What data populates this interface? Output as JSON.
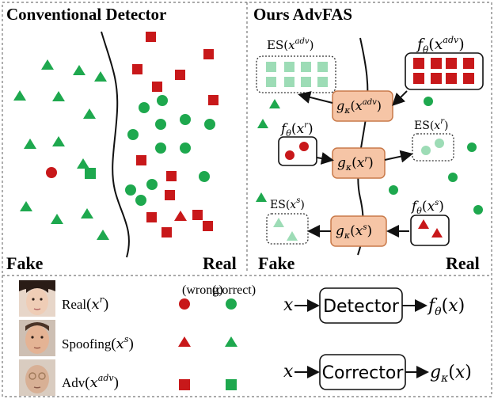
{
  "colors": {
    "real_red": "#c8181a",
    "real_green": "#1ea84e",
    "light_green": "#9ddcb6",
    "orange_fill": "#f6c5a6",
    "orange_stroke": "#c97a4a"
  },
  "left_panel": {
    "title": "Conventional Detector",
    "fake_label": "Fake",
    "real_label": "Real"
  },
  "right_panel": {
    "title": "Ours AdvFAS",
    "fake_label": "Fake",
    "real_label": "Real",
    "es_adv": {
      "fn": "ES",
      "arg": "x",
      "sup": "adv"
    },
    "es_r": {
      "fn": "ES",
      "arg": "x",
      "sup": "r"
    },
    "es_s": {
      "fn": "ES",
      "arg": "x",
      "sup": "s"
    },
    "f_adv": {
      "fn": "f",
      "sub": "θ",
      "arg": "x",
      "sup": "adv"
    },
    "f_r": {
      "fn": "f",
      "sub": "θ",
      "arg": "x",
      "sup": "r"
    },
    "f_s": {
      "fn": "f",
      "sub": "θ",
      "arg": "x",
      "sup": "s"
    },
    "g_adv": {
      "fn": "g",
      "sub": "κ",
      "arg": "x",
      "sup": "adv"
    },
    "g_r": {
      "fn": "g",
      "sub": "κ",
      "arg": "x",
      "sup": "r"
    },
    "g_s": {
      "fn": "g",
      "sub": "κ",
      "arg": "x",
      "sup": "s"
    }
  },
  "legend": {
    "col_wrong": "(wrong)",
    "col_correct": "(correct)",
    "rows": [
      {
        "label": "Real",
        "arg": "x",
        "sup": "r",
        "face": "real-face"
      },
      {
        "label": "Spoofing",
        "arg": "x",
        "sup": "s",
        "face": "spoof-face"
      },
      {
        "label": "Adv",
        "arg": "x",
        "sup": "adv",
        "face": "adv-face"
      }
    ],
    "detector": {
      "input": "x",
      "box": "Detector",
      "out_fn": "f",
      "out_sub": "θ",
      "out_arg": "x"
    },
    "corrector": {
      "input": "x",
      "box": "Corrector",
      "out_fn": "g",
      "out_sub": "κ",
      "out_arg": "x"
    }
  }
}
